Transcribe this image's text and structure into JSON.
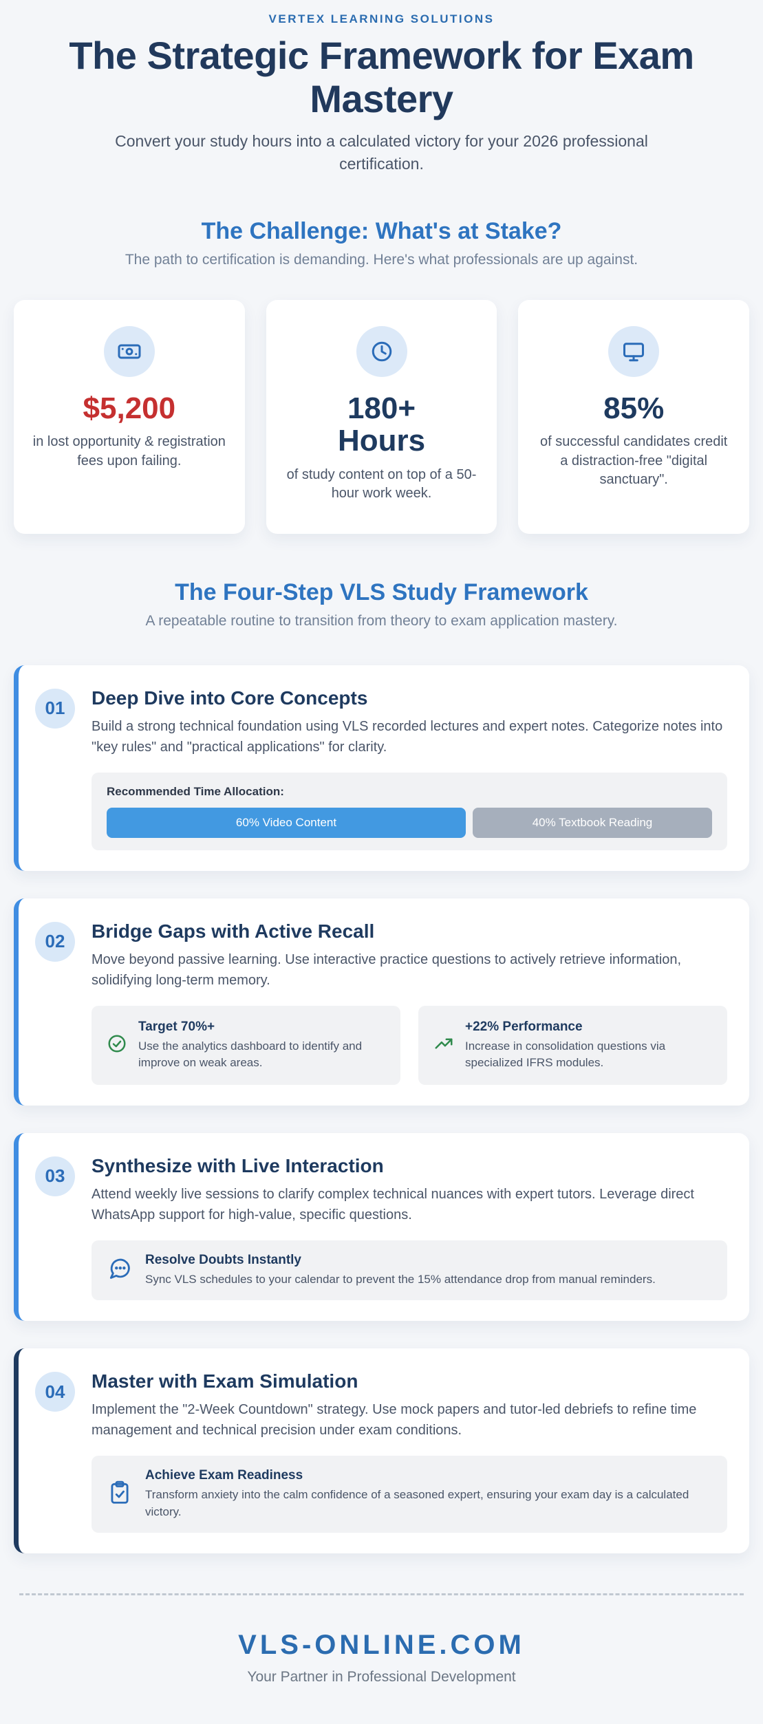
{
  "page": {
    "brand": "VERTEX LEARNING SOLUTIONS",
    "title": "The Strategic Framework for Exam Mastery",
    "subtitle": "Convert your study hours into a calculated victory for your 2026 professional certification."
  },
  "challenge": {
    "heading": "The Challenge: What's at Stake?",
    "subheading": "The path to certification is demanding. Here's what professionals are up against.",
    "cards": [
      {
        "icon": "money-icon",
        "stat": "$5,200",
        "stat_color": "#c53030",
        "desc": "in lost opportunity & registration fees upon failing."
      },
      {
        "icon": "clock-icon",
        "stat": "180+ Hours",
        "stat_color": "#1e3a5f",
        "desc": "of study content on top of a 50-hour work week."
      },
      {
        "icon": "monitor-icon",
        "stat": "85%",
        "stat_color": "#1e3a5f",
        "desc": "of successful candidates credit a distraction-free \"digital sanctuary\"."
      }
    ]
  },
  "framework": {
    "heading": "The Four-Step VLS Study Framework",
    "subheading": "A repeatable routine to transition from theory to exam application mastery.",
    "steps": [
      {
        "number": "01",
        "title": "Deep Dive into Core Concepts",
        "body": "Build a strong technical foundation using VLS recorded lectures and expert notes. Categorize notes into \"key rules\" and \"practical applications\" for clarity.",
        "allocation": {
          "label": "Recommended Time Allocation:",
          "segments": [
            {
              "label": "60% Video Content",
              "percent": 60,
              "color": "#4299e1"
            },
            {
              "label": "40% Textbook Reading",
              "percent": 40,
              "color": "#a6afbc"
            }
          ]
        }
      },
      {
        "number": "02",
        "title": "Bridge Gaps with Active Recall",
        "body": "Move beyond passive learning. Use interactive practice questions to actively retrieve information, solidifying long-term memory.",
        "highlights": [
          {
            "icon": "check-circle-icon",
            "title": "Target 70%+",
            "desc": "Use the analytics dashboard to identify and improve on weak areas."
          },
          {
            "icon": "trend-up-icon",
            "title": "+22% Performance",
            "desc": "Increase in consolidation questions via specialized IFRS modules."
          }
        ]
      },
      {
        "number": "03",
        "title": "Synthesize with Live Interaction",
        "body": "Attend weekly live sessions to clarify complex technical nuances with expert tutors. Leverage direct WhatsApp support for high-value, specific questions.",
        "callout": {
          "icon": "chat-bubble-icon",
          "title": "Resolve Doubts Instantly",
          "desc": "Sync VLS schedules to your calendar to prevent the 15% attendance drop from manual reminders."
        }
      },
      {
        "number": "04",
        "title": "Master with Exam Simulation",
        "body": "Implement the \"2-Week Countdown\" strategy. Use mock papers and tutor-led debriefs to refine time management and technical precision under exam conditions.",
        "callout": {
          "icon": "clipboard-check-icon",
          "title": "Achieve Exam Readiness",
          "desc": "Transform anxiety into the calm confidence of a seasoned expert, ensuring your exam day is a calculated victory."
        }
      }
    ]
  },
  "footer": {
    "site": "VLS-ONLINE.COM",
    "tagline": "Your Partner in Professional Development"
  },
  "colors": {
    "page_bg": "#f4f6f9",
    "accent_blue": "#2e74c0",
    "brand_blue": "#2b6cb0",
    "navy": "#1e3a5f",
    "stat_red": "#c53030",
    "badge_bg": "#d9e8f8",
    "bar_blue": "#4299e1",
    "bar_gray": "#a6afbc",
    "success_green": "#2f8a4c",
    "step_border_blue": "#3f8de2",
    "step_border_navy": "#1e3a5f"
  }
}
